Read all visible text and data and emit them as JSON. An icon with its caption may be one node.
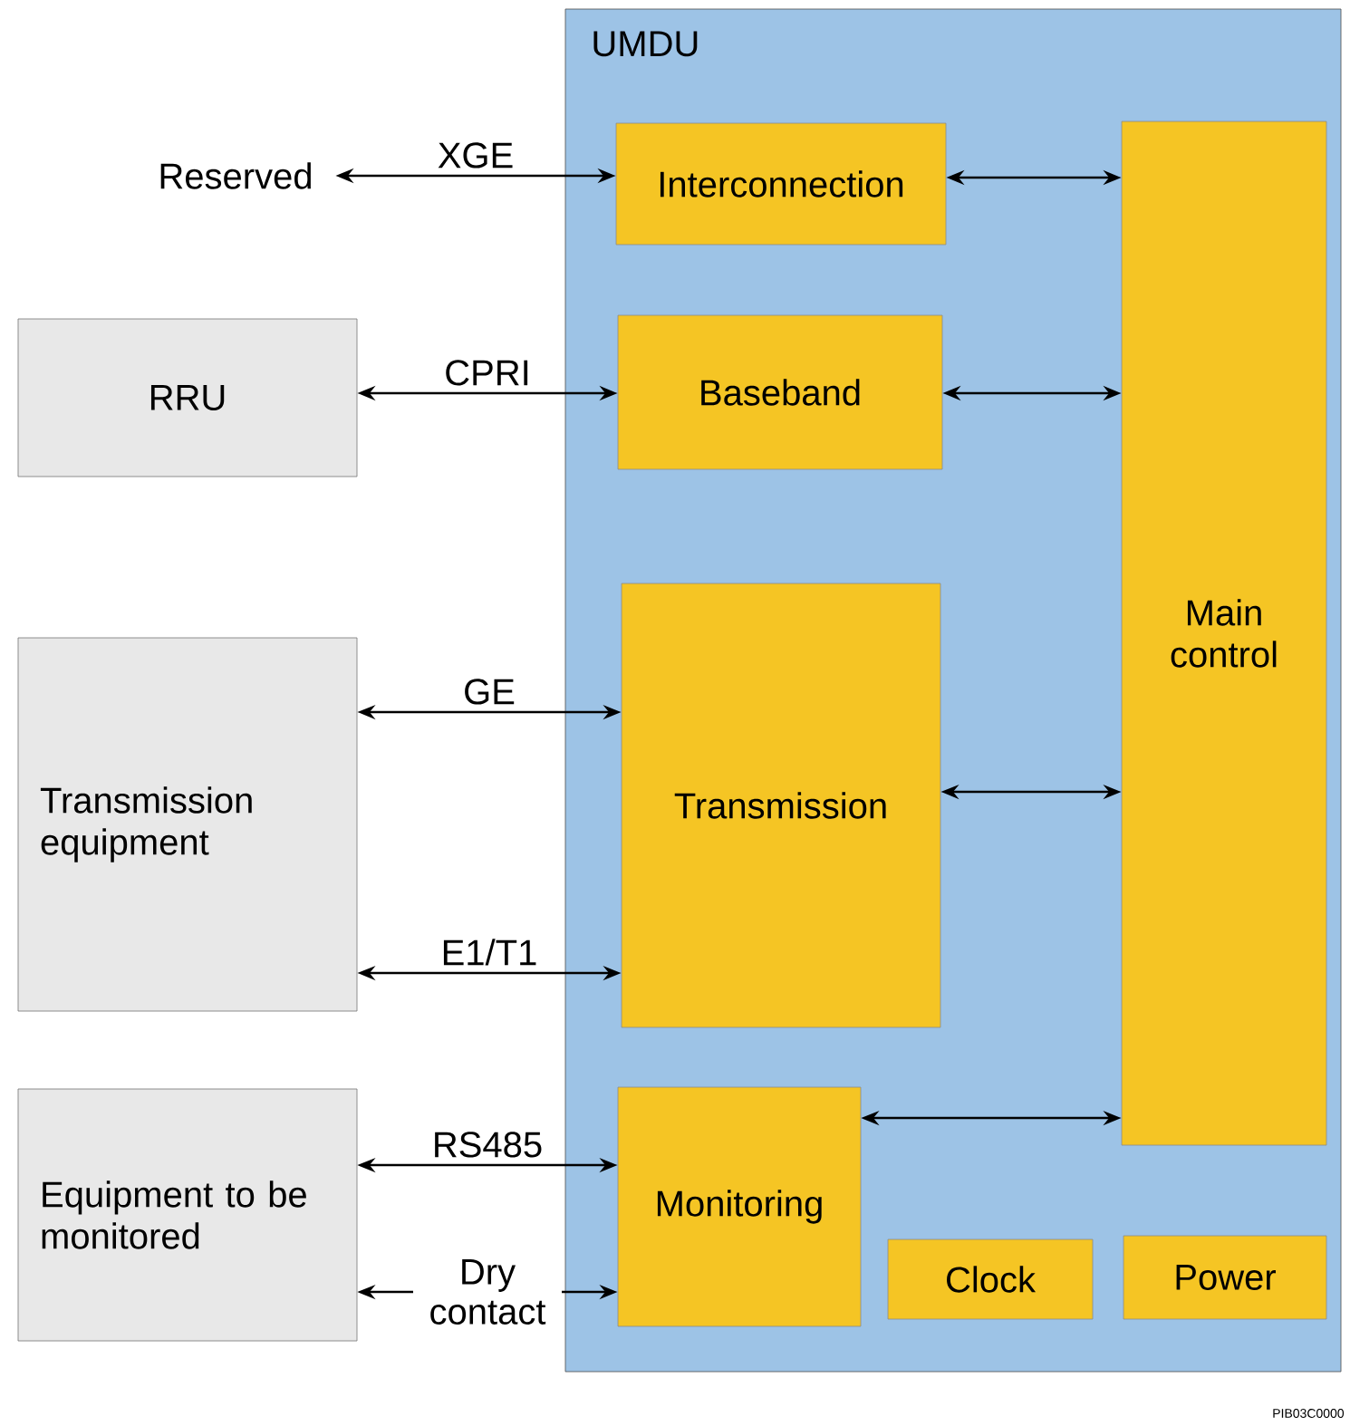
{
  "diagram": {
    "nodes": [
      {
        "text": [
          "UMDU"
        ]
      },
      {
        "text": [
          "Interconnection"
        ],
        "in": 0
      },
      {
        "text": [
          "Main control"
        ],
        "in": 0
      },
      {
        "text": [
          "Baseband"
        ],
        "in": 0
      },
      {
        "text": [
          "Transmission"
        ],
        "in": 0
      },
      {
        "text": [
          "Monitoring"
        ],
        "in": 0
      },
      {
        "text": [
          "Clock"
        ],
        "in": 0
      },
      {
        "text": [
          "Power"
        ],
        "in": 0
      },
      {
        "text": [
          "Reserved"
        ]
      },
      {
        "text": [
          "RRU"
        ]
      },
      {
        "text": [
          "Transmission equipment"
        ]
      },
      {
        "text": [
          "Equipment to be monitored"
        ]
      }
    ],
    "edges": [
      {
        "from": 8,
        "to": 1,
        "arrow": "both",
        "label": "XGE"
      },
      {
        "from": 1,
        "to": 2,
        "arrow": "both"
      },
      {
        "from": 9,
        "to": 3,
        "arrow": "both",
        "label": "CPRI"
      },
      {
        "from": 3,
        "to": 2,
        "arrow": "both"
      },
      {
        "from": 10,
        "to": 4,
        "arrow": "both",
        "label": "GE"
      },
      {
        "from": 10,
        "to": 4,
        "arrow": "both",
        "label": "E1/T1"
      },
      {
        "from": 4,
        "to": 2,
        "arrow": "both"
      },
      {
        "from": 11,
        "to": 5,
        "arrow": "both",
        "label": "RS485"
      },
      {
        "from": 11,
        "to": 5,
        "arrow": "both",
        "label": "Dry contact"
      },
      {
        "from": 5,
        "to": 2,
        "arrow": "both"
      }
    ],
    "labels": [
      "PIB03C0000"
    ]
  }
}
